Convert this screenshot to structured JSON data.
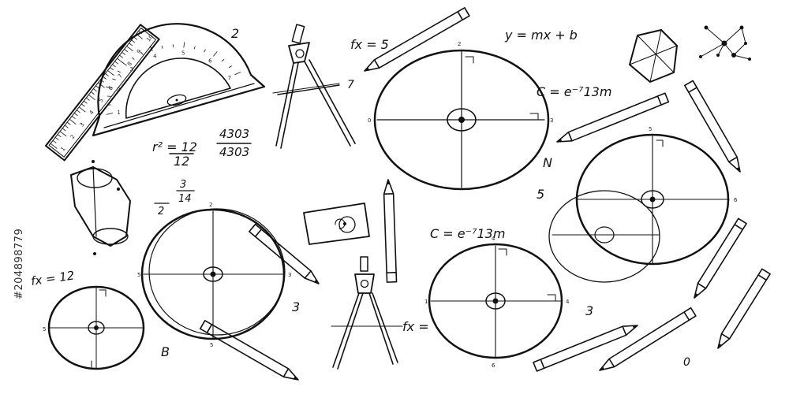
{
  "formulas": {
    "f1": "fx = 5",
    "f2": "y = mx + b",
    "f3": "C = e⁻⁷13m",
    "f4": "C = e⁻⁷13m",
    "f5": "fx = 12",
    "f6": "fx =",
    "f7": "r² = 12",
    "f8": "12",
    "f9": "4303",
    "f10": "4303",
    "f11": "3",
    "f12": "14",
    "f13": "2"
  },
  "labels": {
    "two": "2",
    "seven": "7",
    "n": "N",
    "five": "5",
    "three_a": "3",
    "three_b": "3",
    "b": "B",
    "zero": "0"
  },
  "watermark": {
    "id": "#204898779"
  },
  "ruler_ticks": [
    "1",
    "2",
    "3",
    "4",
    "5",
    "6",
    "7",
    "8",
    "9",
    "10"
  ],
  "protractor_ticks": [
    "1",
    "2",
    "3",
    "4",
    "5",
    "6",
    "7"
  ]
}
